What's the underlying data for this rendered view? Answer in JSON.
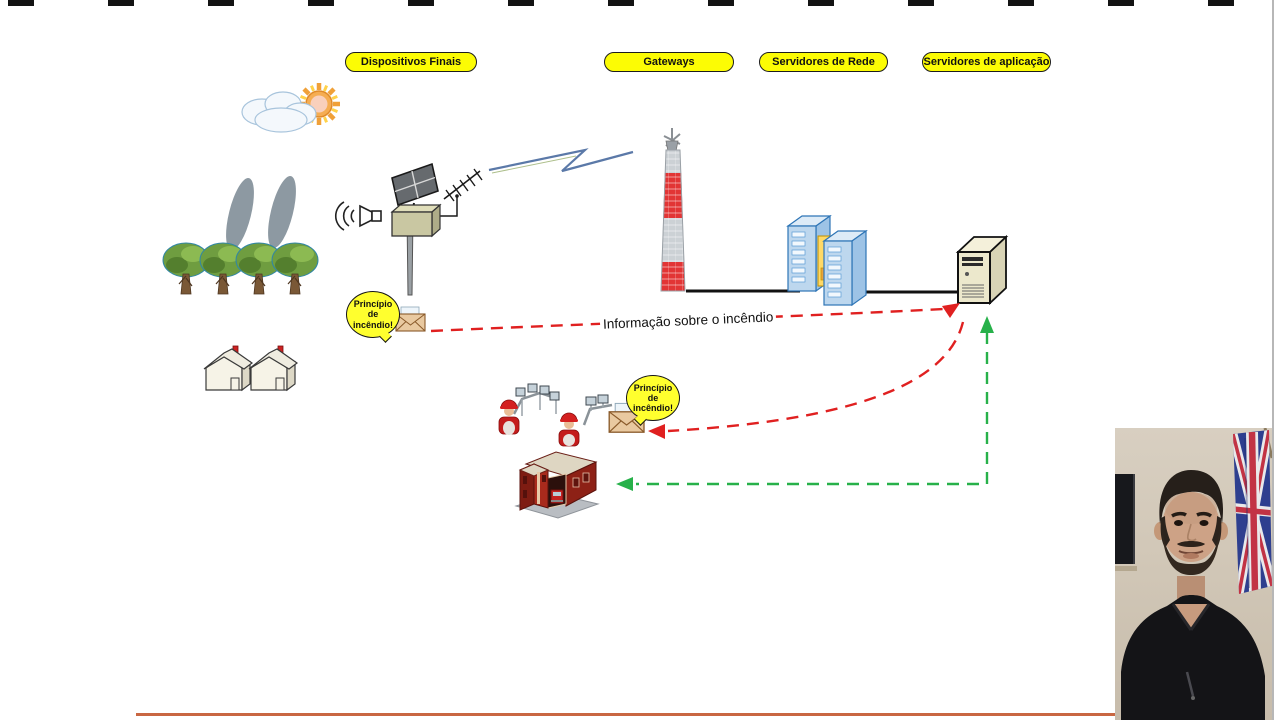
{
  "stage_labels": {
    "devices": "Dispositivos Finais",
    "gateways": "Gateways",
    "network_servers": "Servidores de Rede",
    "app_servers": "Servidores de aplicação"
  },
  "callouts": {
    "device_alert": {
      "line1": "Princípio",
      "line2": "de",
      "line3": "incêndio!"
    },
    "station_alert": {
      "line1": "Princípio",
      "line2": "de",
      "line3": "incêndio!"
    }
  },
  "flow": {
    "alert_info_label": "Informação sobre o incêndio"
  },
  "icons": {
    "cloud_sun": "cloud-with-sun",
    "smoke_plumes": "gray smoke columns",
    "forest": "row of trees",
    "houses": "two small houses",
    "siren_speaker": "loudspeaker with sound waves",
    "sensor_station": "solar-powered sensor pole with yagi antenna",
    "radio_link": "lightning-bolt radio link",
    "radio_tower": "red-white lattice tower",
    "server_rack": "blue server racks",
    "application_server": "desktop tower server",
    "alert_envelope": "open envelope message",
    "operators": "firefighter operators at consoles",
    "fire_station": "fire station with truck",
    "webcam": "presenter webcam overlay"
  },
  "colors": {
    "label_fill": "#fcfc04",
    "label_border": "#1c1c1c",
    "alert_arrow": "#e02020",
    "response_arrow": "#27b14a",
    "bottom_rule": "#c96742",
    "tower_red": "#e23535",
    "rack_blue": "#bdd7ee",
    "station_red": "#8d2116"
  }
}
